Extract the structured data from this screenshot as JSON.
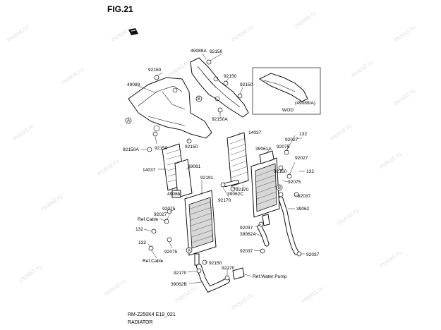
{
  "figure": {
    "title": "FIG.21",
    "model_code": "RM-Z250K4 E19_021",
    "caption": "RADIATOR",
    "watermark": "motod.ru",
    "wod_label": "WOD",
    "wod_part": "(49089/A)"
  },
  "markers": {
    "a": "A",
    "b": "B"
  },
  "labels": {
    "p49089a": "49089A",
    "p92150_1": "92150",
    "p92150_2": "92150",
    "p92150_3": "92150",
    "p92150_4": "92150",
    "p49089": "49089",
    "p92150a_1": "92150A",
    "p92150_5": "92150",
    "p92150a_2": "92150A",
    "p92150_6": "92150",
    "p14037_1": "14037",
    "p132_1": "132",
    "p92027_1": "92027",
    "p92075_1": "92075",
    "p39061a": "39061A",
    "p14037_2": "14037",
    "p39061": "39061",
    "p92191": "92191",
    "p92150_7": "92150",
    "p92027_2": "92027",
    "p132_2": "132",
    "p92075_2": "92075",
    "p92170_1": "92170",
    "p39062c": "39062C",
    "p92170_2": "92170",
    "p92037_1": "92037",
    "p49085": "49085",
    "p92075_3": "92075",
    "p92027_3": "92027",
    "p39062": "39062",
    "p_ref_cable_1": "Ref.Cable",
    "p132_3": "132",
    "p92037_2": "92037",
    "p39062a": "39062A",
    "p132_4": "132",
    "p92075_4": "92075",
    "p92037_3": "92037",
    "p92037_4": "92037",
    "p_ref_cable_2": "Ref.Cable",
    "p92150_8": "92150",
    "p92170_3": "92170",
    "p92170_4": "92170",
    "p_ref_water_pump": "Ref.Water Pump",
    "p39062b": "39062B"
  }
}
